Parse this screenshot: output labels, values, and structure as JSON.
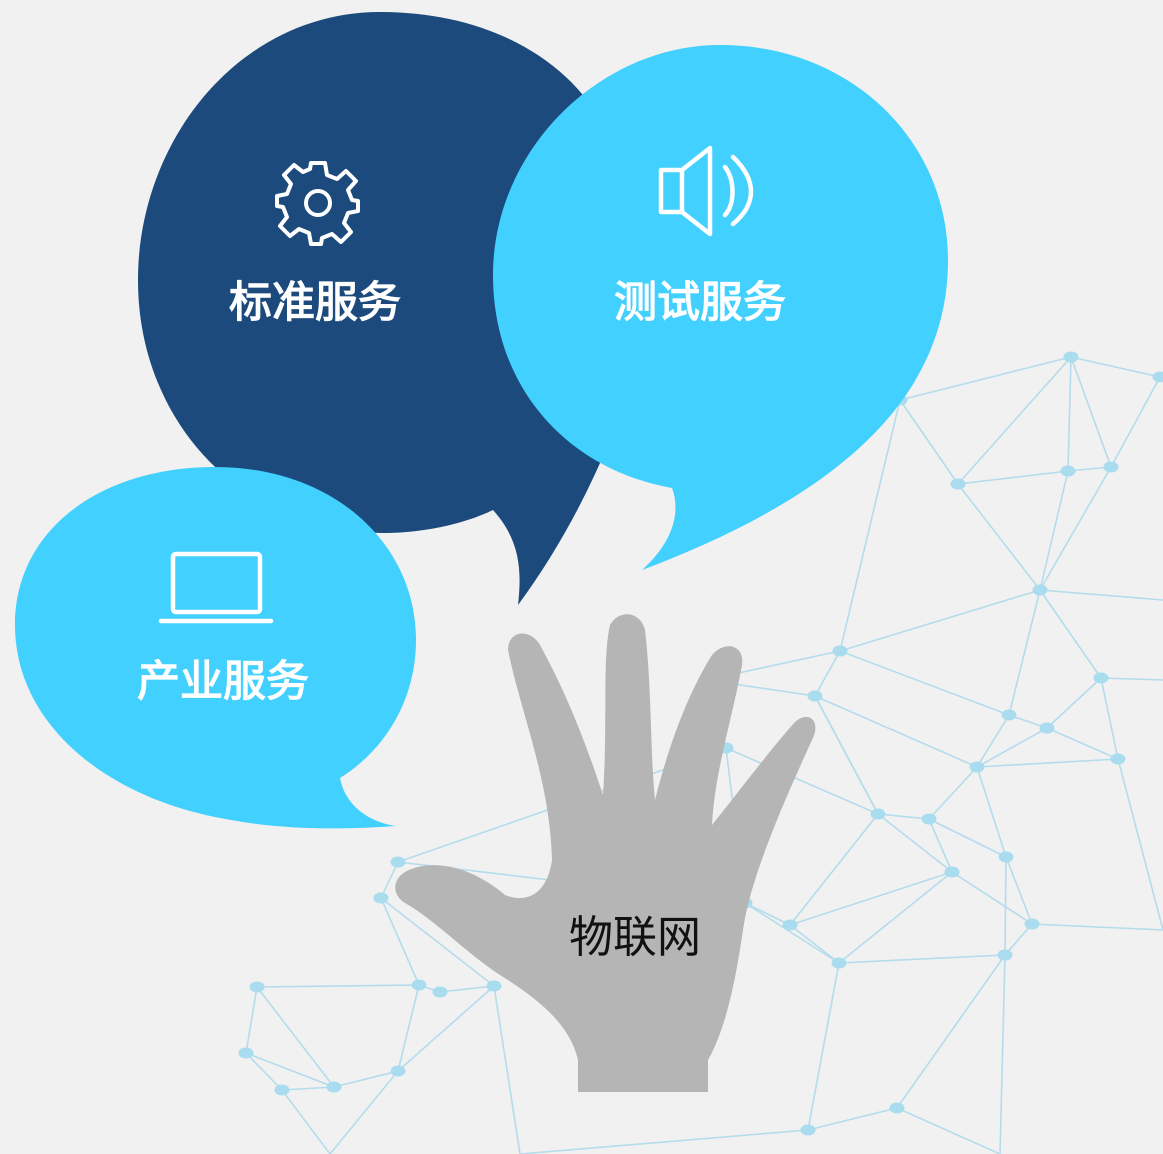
{
  "colors": {
    "background": "#f1f1f1",
    "navy_bubble": "#1c4a7c",
    "cyan_bubble": "#42d0fe",
    "hand": "#b5b5b5",
    "network_line": "#b4dcec",
    "network_node": "#a8dcee",
    "label_text": "#ffffff",
    "hand_text": "#111111"
  },
  "bubbles": {
    "standard": {
      "label": "标准服务",
      "icon": "gear-icon"
    },
    "testing": {
      "label": "测试服务",
      "icon": "speaker-icon"
    },
    "industry": {
      "label": "产业服务",
      "icon": "laptop-icon"
    }
  },
  "hand": {
    "label": "物联网"
  }
}
